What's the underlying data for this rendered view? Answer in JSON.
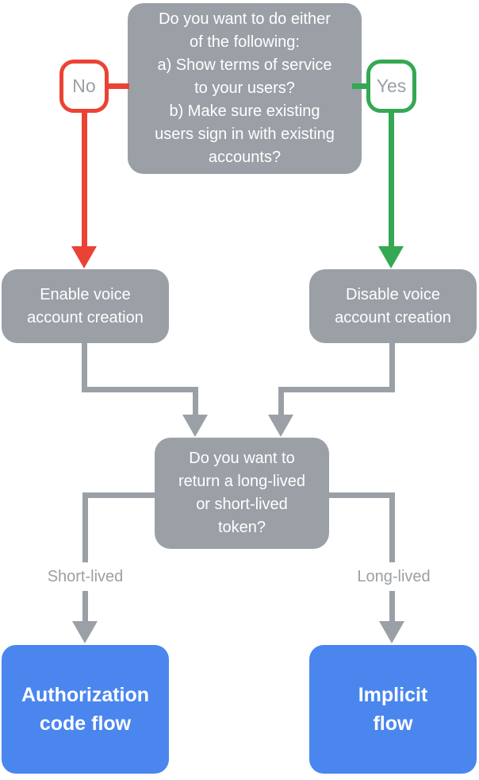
{
  "colors": {
    "node_gray": "#9AA0A6",
    "no_red": "#EA4335",
    "yes_green": "#34A853",
    "result_blue": "#4A86EE",
    "node_text": "#FFFFFF",
    "label_gray": "#9AA0A6",
    "label_bg": "#FFFFFF"
  },
  "flowchart": {
    "question_1": "Do you want to do either\nof the following:\na) Show terms of service\nto your users?\nb) Make sure existing\nusers sign in with existing\naccounts?",
    "branch_no": "No",
    "branch_yes": "Yes",
    "node_enable": "Enable voice\naccount creation",
    "node_disable": "Disable voice\naccount creation",
    "question_2": "Do you want to\nreturn a long-lived\nor short-lived\ntoken?",
    "branch_short": "Short-lived",
    "branch_long": "Long-lived",
    "result_left": "Authorization\ncode flow",
    "result_right": "Implicit\nflow"
  }
}
